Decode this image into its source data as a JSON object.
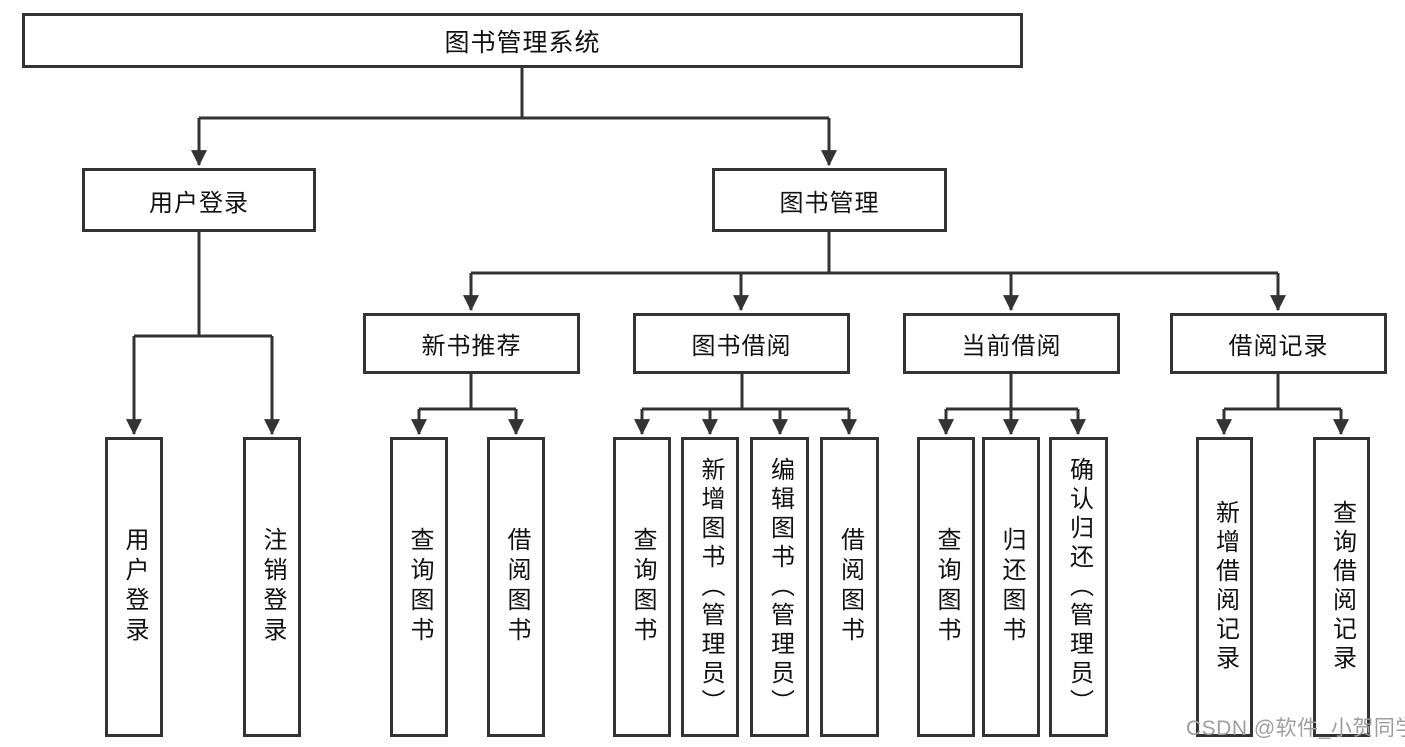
{
  "tree": {
    "label": "图书管理系统",
    "children": [
      {
        "label": "用户登录",
        "children": [
          {
            "label": "用户登录"
          },
          {
            "label": "注销登录"
          }
        ]
      },
      {
        "label": "图书管理",
        "children": [
          {
            "label": "新书推荐",
            "children": [
              {
                "label": "查询图书"
              },
              {
                "label": "借阅图书"
              }
            ]
          },
          {
            "label": "图书借阅",
            "children": [
              {
                "label": "查询图书"
              },
              {
                "label": "新增图书（管理员）"
              },
              {
                "label": "编辑图书（管理员）"
              },
              {
                "label": "借阅图书"
              }
            ]
          },
          {
            "label": "当前借阅",
            "children": [
              {
                "label": "查询图书"
              },
              {
                "label": "归还图书"
              },
              {
                "label": "确认归还（管理员）"
              }
            ]
          },
          {
            "label": "借阅记录",
            "children": [
              {
                "label": "新增借阅记录"
              },
              {
                "label": "查询借阅记录"
              }
            ]
          }
        ]
      }
    ]
  },
  "watermark": {
    "text": "CSDN @软件_小贺同学"
  },
  "colors": {
    "line": "#333333",
    "text": "#111111",
    "watermark": "#9e9e9e",
    "background": "#ffffff"
  }
}
